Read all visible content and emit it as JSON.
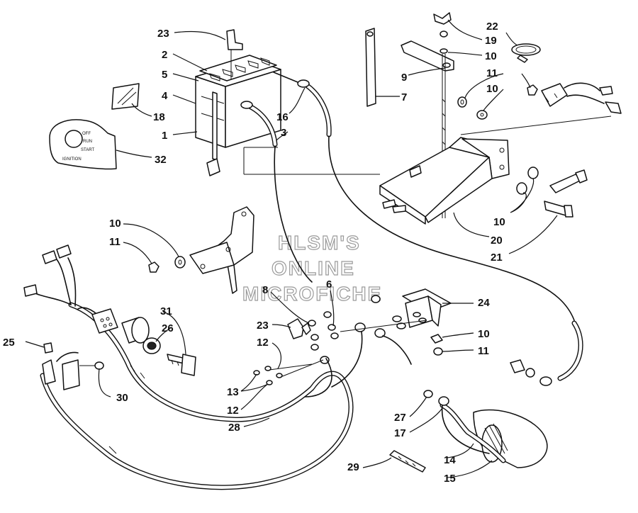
{
  "watermark": {
    "line1": "HLSM'S",
    "line2": "ONLINE",
    "line3": "MICROFICHE"
  },
  "ignition_decal": {
    "off": "OFF",
    "run": "RUN",
    "start": "START",
    "ignition": "IGNITION"
  },
  "callouts": {
    "c23_cap": "23",
    "c2": "2",
    "c5": "5",
    "c4": "4",
    "c18": "18",
    "c1": "1",
    "c32": "32",
    "c16": "16",
    "c3": "3",
    "c7": "7",
    "c9": "9",
    "c19": "19",
    "c10_top": "10",
    "c22": "22",
    "c11_right": "11",
    "c10_right": "10",
    "c10_bolts": "10",
    "c20": "20",
    "c21": "21",
    "c10_left": "10",
    "c11_left": "11",
    "c8": "8",
    "c6": "6",
    "c24": "24",
    "c23_boot": "23",
    "c10_lower": "10",
    "c11_lower": "11",
    "c31": "31",
    "c26": "26",
    "c25": "25",
    "c12_upper": "12",
    "c13": "13",
    "c12_lower": "12",
    "c30": "30",
    "c28": "28",
    "c27": "27",
    "c17": "17",
    "c14": "14",
    "c15": "15",
    "c29": "29"
  }
}
